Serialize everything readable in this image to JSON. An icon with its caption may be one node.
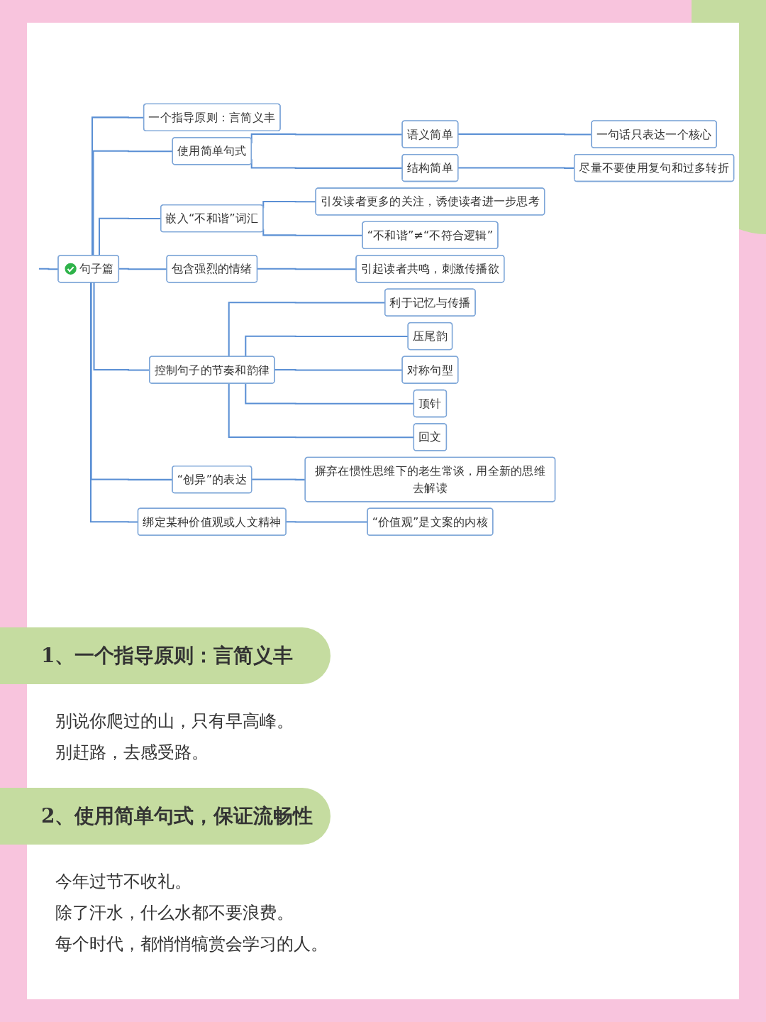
{
  "diagram": {
    "nodes": [
      {
        "text": [
          "句子篇"
        ]
      },
      {
        "text": [
          "一个指导原则：言简义丰"
        ]
      },
      {
        "text": [
          "使用简单句式"
        ]
      },
      {
        "text": [
          "语义简单"
        ]
      },
      {
        "text": [
          "一句话只表达一个核心"
        ]
      },
      {
        "text": [
          "结构简单"
        ]
      },
      {
        "text": [
          "尽量不要使用复句和过多转折"
        ]
      },
      {
        "text": [
          "嵌入“不和谐”词汇"
        ]
      },
      {
        "text": [
          "引发读者更多的关注，诱使读者进一步思考"
        ]
      },
      {
        "text": [
          "“不和谐”≠“不符合逻辑”"
        ]
      },
      {
        "text": [
          "包含强烈的情绪"
        ]
      },
      {
        "text": [
          "引起读者共鸣，刺激传播欲"
        ]
      },
      {
        "text": [
          "控制句子的节奏和韵律"
        ]
      },
      {
        "text": [
          "利于记忆与传播"
        ]
      },
      {
        "text": [
          "压尾韵"
        ]
      },
      {
        "text": [
          "对称句型"
        ]
      },
      {
        "text": [
          "顶针"
        ]
      },
      {
        "text": [
          "回文"
        ]
      },
      {
        "text": [
          "“创异”的表达"
        ]
      },
      {
        "text": [
          "摒弃在惯性思维下的老生常谈，用全新的思维去解读"
        ]
      },
      {
        "text": [
          "绑定某种价值观或人文精神"
        ]
      },
      {
        "text": [
          "“价值观”是文案的内核"
        ]
      }
    ],
    "edges": [
      {
        "from": null,
        "to": 0,
        "arrow": "none"
      },
      {
        "from": 0,
        "to": 1,
        "arrow": "none"
      },
      {
        "from": 0,
        "to": 2,
        "arrow": "none"
      },
      {
        "from": 2,
        "to": 3,
        "arrow": "none"
      },
      {
        "from": 3,
        "to": 4,
        "arrow": "none"
      },
      {
        "from": 2,
        "to": 5,
        "arrow": "none"
      },
      {
        "from": 5,
        "to": 6,
        "arrow": "none"
      },
      {
        "from": 0,
        "to": 7,
        "arrow": "none"
      },
      {
        "from": 7,
        "to": 8,
        "arrow": "none"
      },
      {
        "from": 7,
        "to": 9,
        "arrow": "none"
      },
      {
        "from": 0,
        "to": 10,
        "arrow": "none"
      },
      {
        "from": 10,
        "to": 11,
        "arrow": "none"
      },
      {
        "from": 0,
        "to": 12,
        "arrow": "none"
      },
      {
        "from": 12,
        "to": 13,
        "arrow": "none"
      },
      {
        "from": 12,
        "to": 14,
        "arrow": "none"
      },
      {
        "from": 12,
        "to": 15,
        "arrow": "none"
      },
      {
        "from": 12,
        "to": 16,
        "arrow": "none"
      },
      {
        "from": 12,
        "to": 17,
        "arrow": "none"
      },
      {
        "from": 0,
        "to": 18,
        "arrow": "none"
      },
      {
        "from": 18,
        "to": 19,
        "arrow": "none"
      },
      {
        "from": 0,
        "to": 20,
        "arrow": "none"
      },
      {
        "from": 20,
        "to": 21,
        "arrow": "none"
      }
    ],
    "labels": [
      "1、一个指导原则：言简义丰",
      "别说你爬过的山，只有早高峰。",
      "别赶路，去感受路。",
      "2、使用简单句式，保证流畅性",
      "今年过节不收礼。",
      "除了汗水，什么水都不要浪费。",
      "每个时代，都悄悄犒赏会学习的人。"
    ]
  }
}
